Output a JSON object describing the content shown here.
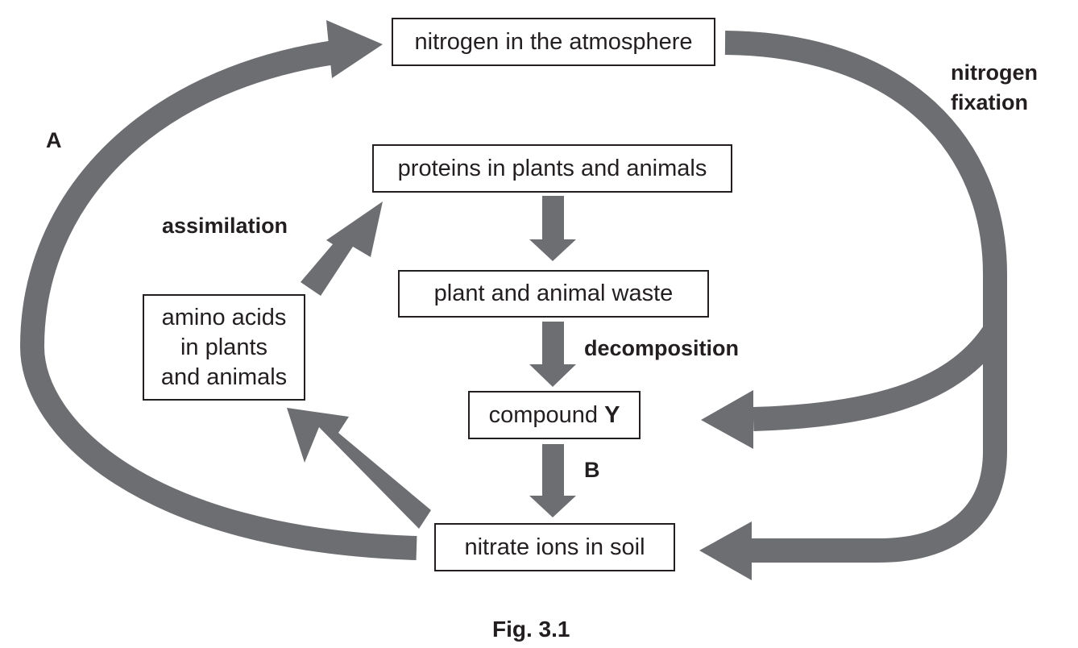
{
  "figure": {
    "caption": "Fig. 3.1",
    "arrow_color": "#6d6e71",
    "text_color": "#231f20"
  },
  "boxes": {
    "atmosphere": "nitrogen in the atmosphere",
    "proteins": "proteins in plants and animals",
    "waste": "plant and animal waste",
    "compound_prefix": "compound ",
    "compound_letter": "Y",
    "nitrate": "nitrate ions in soil",
    "amino_line1": "amino acids",
    "amino_line2": "in plants",
    "amino_line3": "and animals"
  },
  "labels": {
    "A": "A",
    "B": "B",
    "assimilation": "assimilation",
    "decomposition": "decomposition",
    "nitrogen_fixation_line1": "nitrogen",
    "nitrogen_fixation_line2": "fixation"
  }
}
